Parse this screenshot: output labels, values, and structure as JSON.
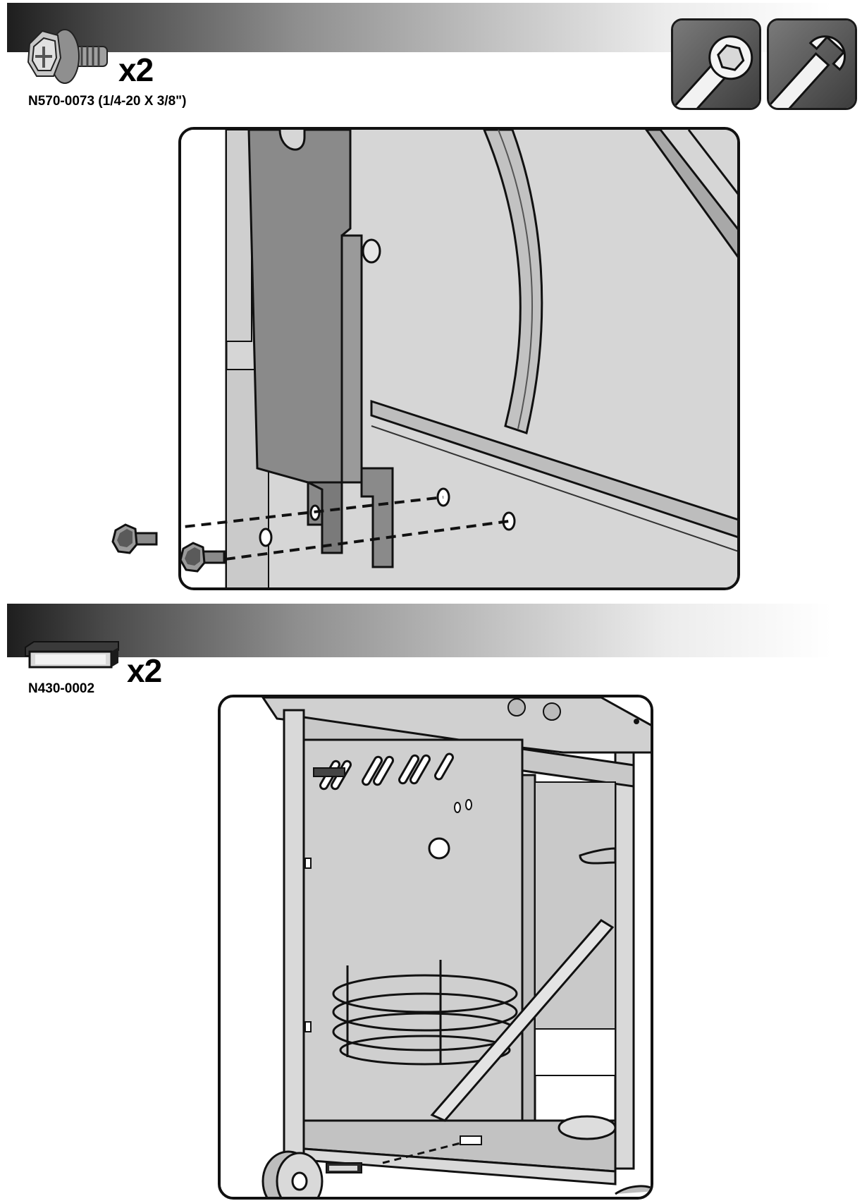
{
  "step_1": {
    "quantity": "x2",
    "part_number": "N570-0073 (1/4-20 X 3/8\")",
    "hardware_icon": "hex-bolt-icon",
    "tools": [
      {
        "icon": "hex-socket-wrench-icon"
      },
      {
        "icon": "open-end-wrench-icon"
      }
    ]
  },
  "step_2": {
    "quantity": "x2",
    "part_number": "N430-0002",
    "hardware_icon": "tank-retainer-clip-icon"
  }
}
